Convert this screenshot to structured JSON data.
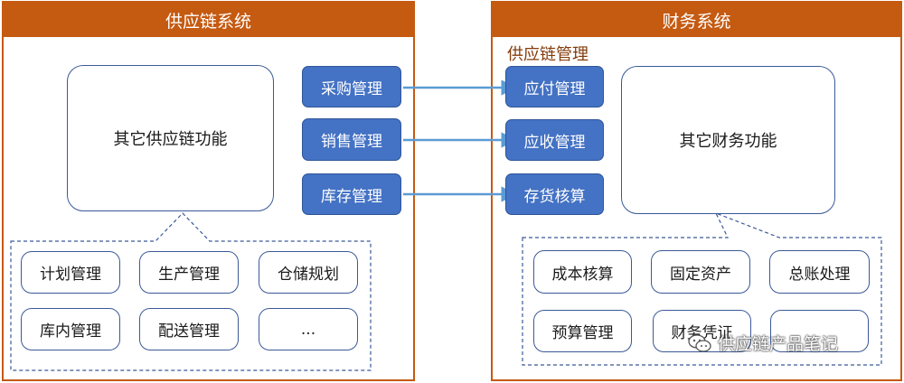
{
  "left_system": {
    "title": "供应链系统",
    "other_label": "其它供应链功能",
    "modules": [
      "计划管理",
      "生产管理",
      "仓储规划",
      "库内管理",
      "配送管理",
      "..."
    ],
    "bridge": [
      "采购管理",
      "销售管理",
      "库存管理"
    ]
  },
  "right_system": {
    "title": "财务系统",
    "group_label": "供应链管理",
    "bridge": [
      "应付管理",
      "应收管理",
      "存货核算"
    ],
    "other_label": "其它财务功能",
    "modules": [
      "成本核算",
      "固定资产",
      "总账处理",
      "预算管理",
      "财务凭证",
      ""
    ]
  },
  "watermark": {
    "text": "供应链产品笔记",
    "icon": "wechat-icon"
  },
  "colors": {
    "header": "#c55a11",
    "blue_box": "#4472c4",
    "arrow": "#5b9bd5",
    "group_label": "#843c0c"
  }
}
